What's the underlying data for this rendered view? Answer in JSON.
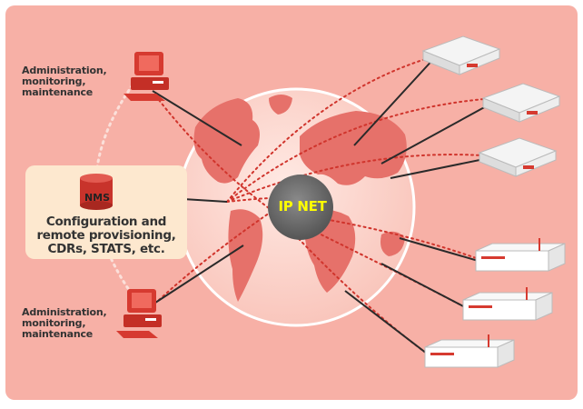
{
  "diagram": {
    "center_label": "IP NET",
    "nms_label": "NMS",
    "nms_description": [
      "Configuration and",
      "remote provisioning,",
      "CDRs, STATS, etc."
    ],
    "admin_top": [
      "Administration,",
      "monitoring,",
      "maintenance"
    ],
    "admin_bottom": [
      "Administration,",
      "monitoring,",
      "maintenance"
    ]
  },
  "colors": {
    "background": "#f7b0a6",
    "globe": "#fbd4cc",
    "continents": "#e6716a",
    "nms_panel": "#fde8cf",
    "link_dotted": "#d0342c",
    "link_solid": "#2a2a2a",
    "center_text": "#ffff00"
  },
  "icons": {
    "workstation": "computer-icon",
    "database": "database-icon",
    "gateway_desktop": "desktop-gateway-icon",
    "gateway_rack": "rack-gateway-icon"
  }
}
